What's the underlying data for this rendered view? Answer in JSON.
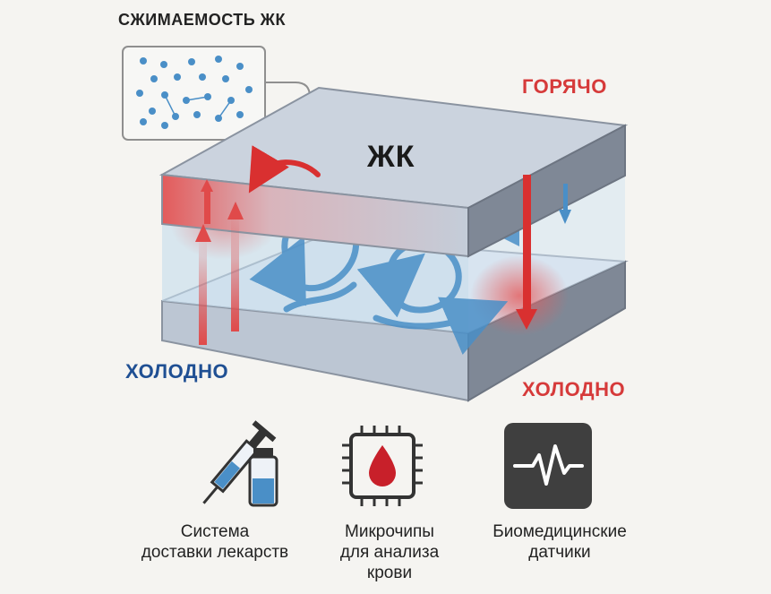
{
  "diagram": {
    "compressibility_label": "СЖИМАЕМОСТЬ ЖК",
    "hot_label": "ГОРЯЧО",
    "cold_left_label": "ХОЛОДНО",
    "cold_right_label": "ХОЛОДНО",
    "lc_label": "ЖК"
  },
  "applications": [
    {
      "icon": "syringe-vial-icon",
      "caption_line1": "Система",
      "caption_line2": "доставки лекарств"
    },
    {
      "icon": "microchip-blood-drop-icon",
      "caption_line1": "Микрочипы",
      "caption_line2": "для анализа",
      "caption_line3": "крови"
    },
    {
      "icon": "heartbeat-monitor-icon",
      "caption_line1": "Биомедицинские",
      "caption_line2": "датчики"
    }
  ],
  "colors": {
    "hot": "#d63a3a",
    "cold": "#1f4f93",
    "flow": "#4a8fc7",
    "plate": "#c9d2de"
  }
}
